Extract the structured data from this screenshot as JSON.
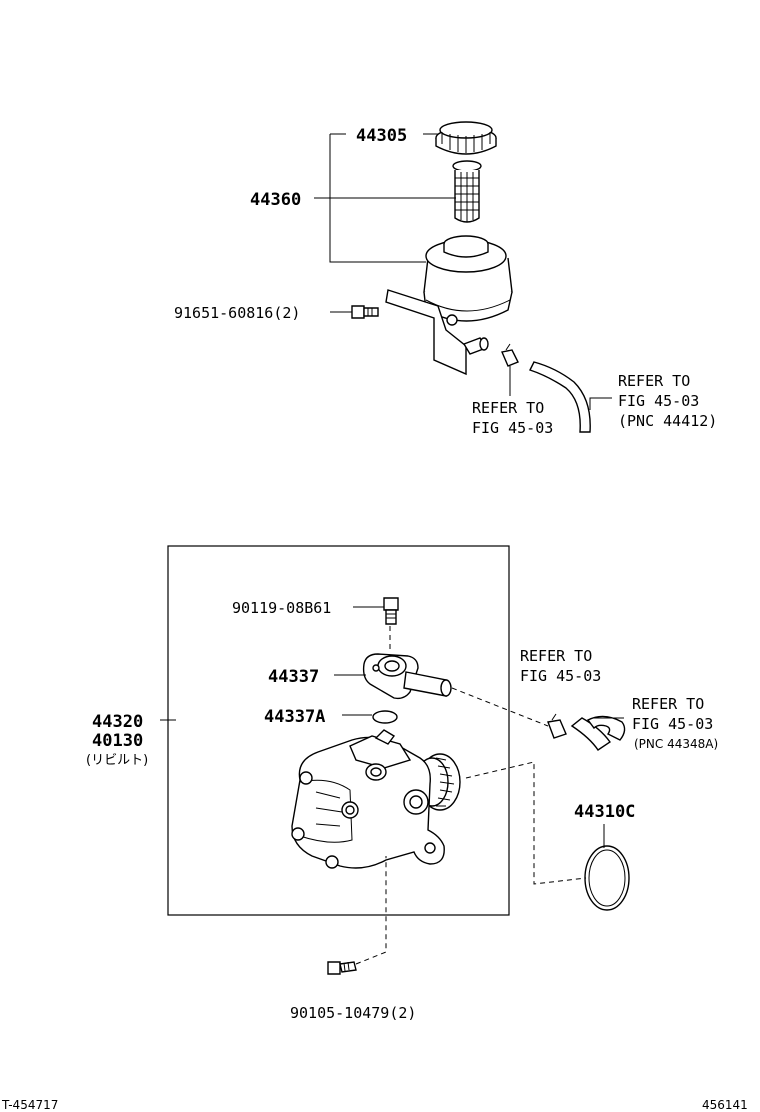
{
  "labels": {
    "cap": "44305",
    "strainer": "44360",
    "reservoir_bolt": "91651-60816(2)",
    "refer1_line1": "REFER TO",
    "refer1_line2": "FIG 45-03",
    "refer2_line1": "REFER TO",
    "refer2_line2": "FIG 45-03",
    "refer2_line3": "(PNC 44412)",
    "union_bolt": "90119-08B61",
    "union": "44337",
    "oring": "44337A",
    "pump_assy": "44320",
    "pump_rebuilt": "40130",
    "rebuilt_note": "(リビルト)",
    "refer3_line1": "REFER TO",
    "refer3_line2": "FIG 45-03",
    "refer4_line1": "REFER TO",
    "refer4_line2": "FIG 45-03",
    "refer4_line3": "(PNC 44348A)",
    "gasket": "44310C",
    "pump_bolt": "90105-10479(2)"
  },
  "footer": {
    "left_code": "T-454717",
    "right_code": "456141"
  },
  "icons": [
    "reservoir-cap-icon",
    "strainer-icon",
    "reservoir-tank-icon",
    "bolt-icon",
    "hose-clamp-icon",
    "hose-icon",
    "union-fitting-icon",
    "o-ring-icon",
    "power-steering-pump-icon",
    "gasket-ring-icon"
  ]
}
